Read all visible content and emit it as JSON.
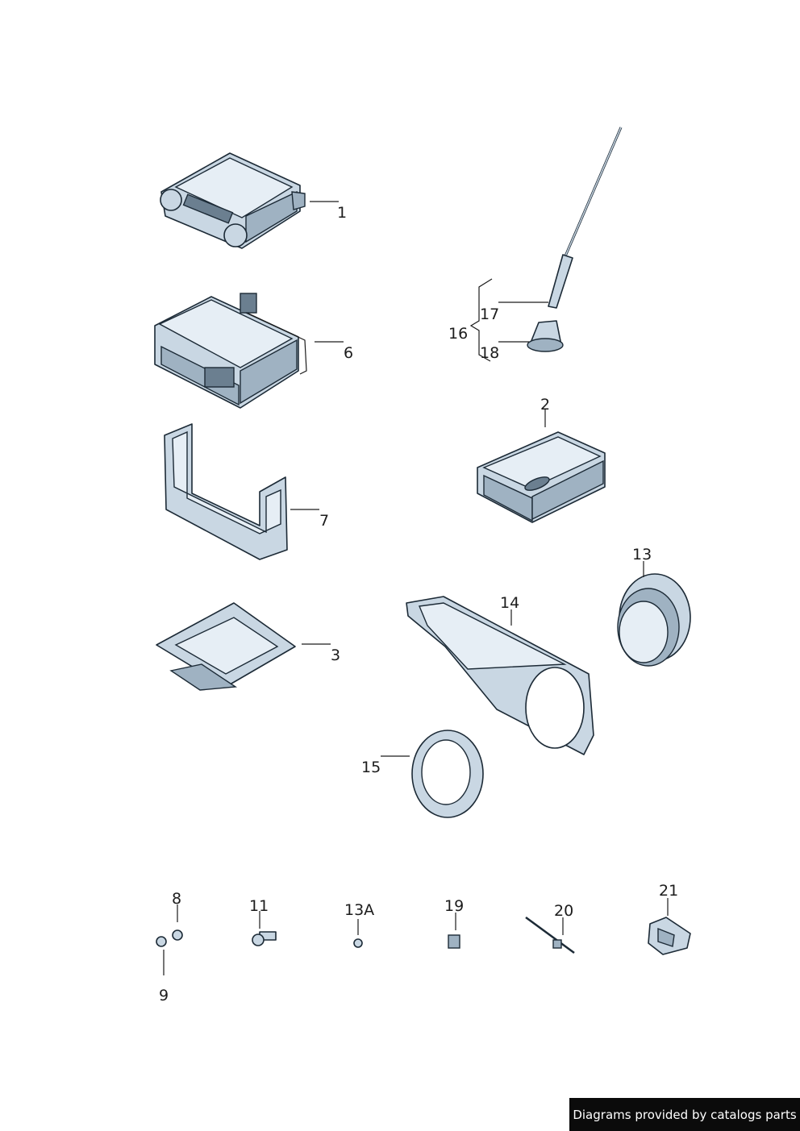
{
  "callouts": {
    "c1": "1",
    "c2": "2",
    "c3": "3",
    "c6": "6",
    "c7": "7",
    "c8": "8",
    "c9": "9",
    "c11": "11",
    "c13": "13",
    "c13a": "13A",
    "c14": "14",
    "c15": "15",
    "c16": "16",
    "c17": "17",
    "c18": "18",
    "c19": "19",
    "c20": "20",
    "c21": "21"
  },
  "credit": "Diagrams provided by catalogs parts",
  "colors": {
    "part_fill": "#c9d7e3",
    "outline": "#1c2a36",
    "credit_bg": "#0b0b0b"
  }
}
